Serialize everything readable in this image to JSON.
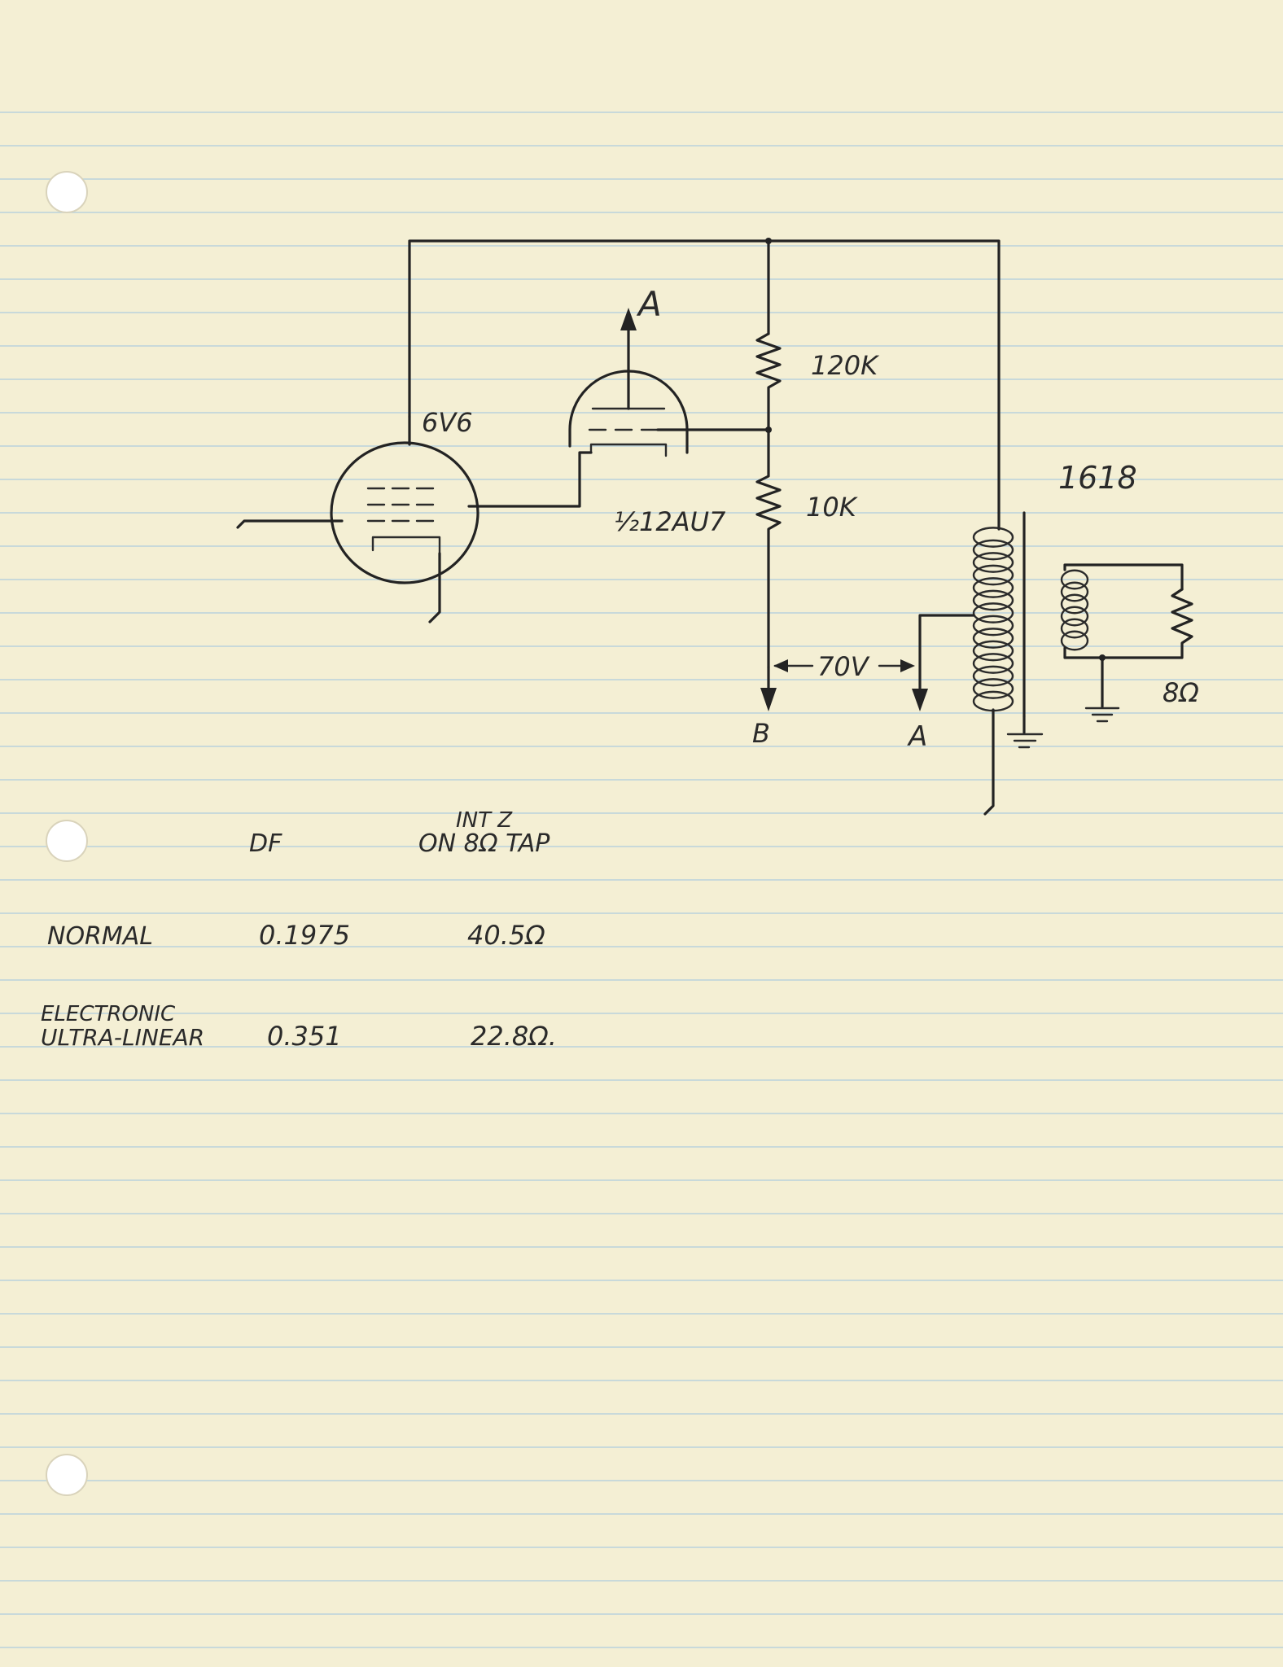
{
  "colors": {
    "paper": "#f4efd4",
    "ruling": "#b9d2dc",
    "ink": "#232323"
  },
  "schematic": {
    "tube_output": "6V6",
    "tube_driver": "½12AU7",
    "resistor_top": "120K",
    "resistor_bottom": "10K",
    "transformer": "1618",
    "load": "8Ω",
    "arrow_label": "A",
    "point_a": "A",
    "point_b": "B",
    "voltage": "70V"
  },
  "table": {
    "headers": {
      "df": "DF",
      "int_z_top": "INT Z",
      "int_z_bottom": "ON 8Ω TAP"
    },
    "rows": [
      {
        "label": [
          "NORMAL"
        ],
        "df": "0.1975",
        "intz": "40.5Ω"
      },
      {
        "label": [
          "ELECTRONIC",
          "ULTRA-LINEAR"
        ],
        "df": "0.351",
        "intz": "22.8Ω."
      }
    ]
  }
}
